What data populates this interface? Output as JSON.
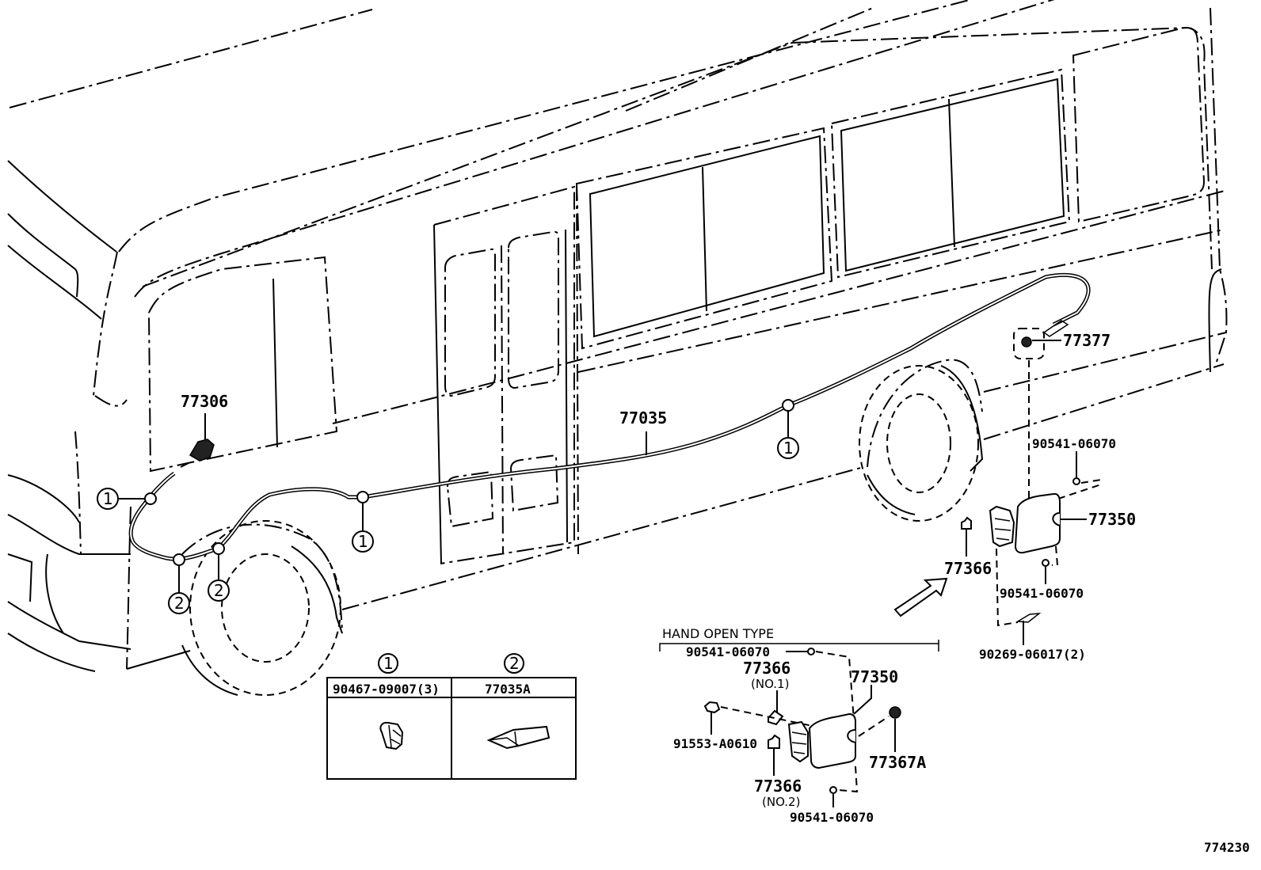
{
  "diagram": {
    "reference_code": "774230",
    "callouts": {
      "lever": "77306",
      "cable": "77035",
      "lock": "77377",
      "top_nut": "90541-06070",
      "door": "77350",
      "bottom_nut": "90541-06070",
      "spring": "77366",
      "screw": "90269-06017(2)"
    },
    "clamp_markers": {
      "one": "1",
      "two": "2"
    },
    "legend_table": {
      "headers": [
        {
          "marker": "1",
          "part": "90467-09007(3)"
        },
        {
          "marker": "2",
          "part": "77035A"
        }
      ]
    },
    "hand_open_type": {
      "title": "HAND OPEN TYPE",
      "top_nut": "90541-06070",
      "spring_no1": "77366",
      "spring_no1_note": "(NO.1)",
      "door": "77350",
      "screw": "91553-A0610",
      "spring_no2": "77366",
      "spring_no2_note": "(NO.2)",
      "cap": "77367A",
      "bottom_nut": "90541-06070"
    }
  }
}
